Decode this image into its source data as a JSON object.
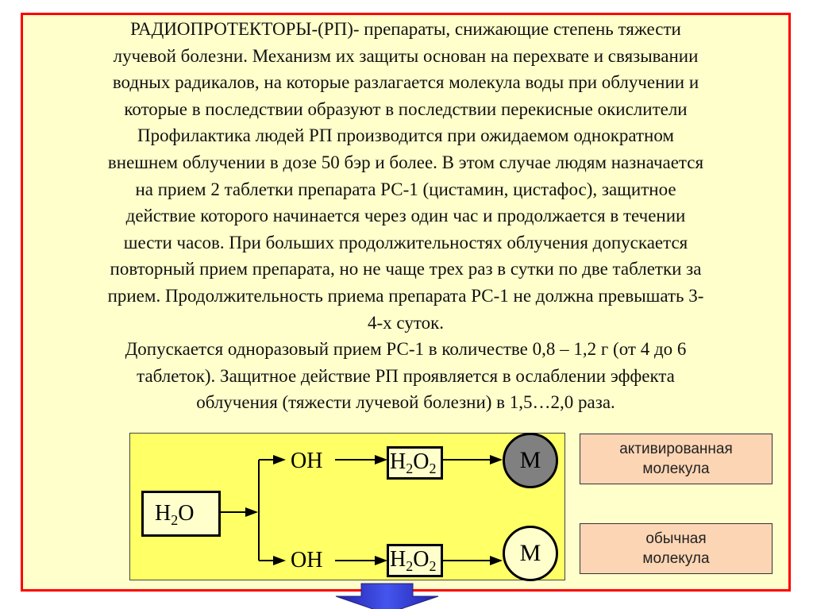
{
  "paragraph_lines": [
    "РАДИОПРОТЕКТОРЫ-(РП)- препараты, снижающие степень тяжести",
    "лучевой болезни. Механизм их защиты основан на перехвате и связывании",
    "водных радикалов, на которые разлагается молекула воды при облучении и",
    "которые в последствии образуют в последствии перекисные окислители",
    "Профилактика людей РП производится при ожидаемом однократном",
    "внешнем облучении в дозе 50 бэр и более. В этом случае людям назначается",
    "на прием 2 таблетки препарата РС-1 (цистамин, цистафос), защитное",
    "действие которого начинается через один час и продолжается в течении",
    "шести часов. При больших продолжительностях облучения допускается",
    "повторный прием препарата, но не чаще трех раз в сутки по две таблетки за",
    "прием. Продолжительность приема препарата РС-1 не должна превышать 3-",
    "4-х суток.",
    "Допускается одноразовый прием РС-1 в количестве 0,8 – 1,2 г (от 4 до 6",
    "таблеток). Защитное действие РП проявляется в ослаблении эффекта",
    "облучения (тяжести лучевой болезни) в 1,5…2,0 раза."
  ],
  "diagram": {
    "water": {
      "main": "H",
      "sub": "2",
      "tail": "O"
    },
    "radical_top": "OH",
    "radical_bottom": "OH",
    "peroxide": {
      "h": "H",
      "s1": "2",
      "o": "O",
      "s2": "2"
    },
    "molecule_top": "M",
    "molecule_bottom": "M"
  },
  "legend": {
    "activated": [
      "активированная",
      "молекула"
    ],
    "normal": [
      "обычная",
      "молекула"
    ]
  },
  "colors": {
    "frame": "#ff0000",
    "background": "#ffffcc",
    "diagram": "#ffff66",
    "legend": "#fcd5b4",
    "active_molecule": "#808080",
    "nav_arrow": "#3333cc"
  }
}
